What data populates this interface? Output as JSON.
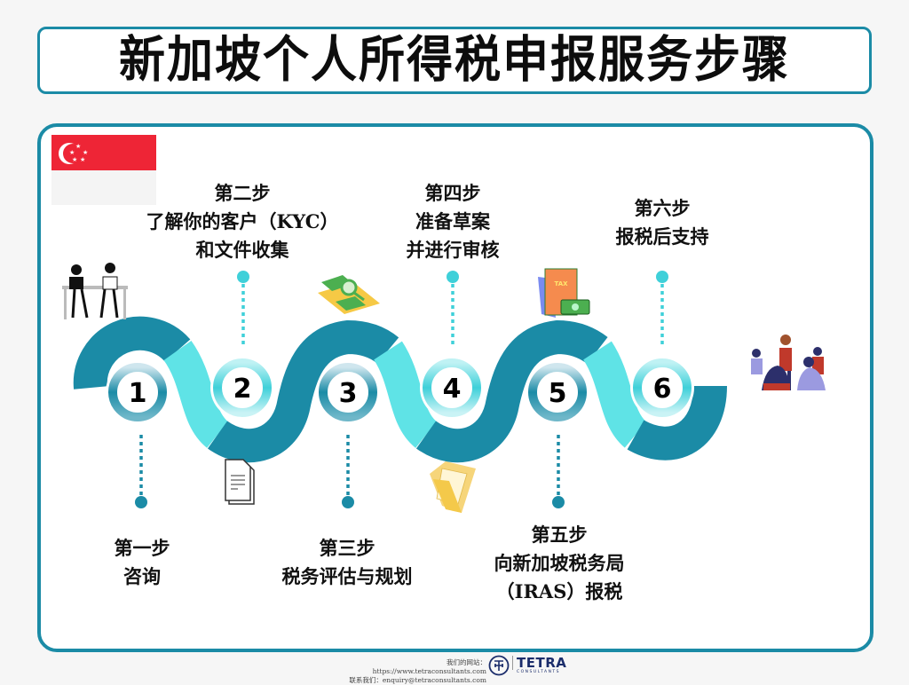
{
  "title": "新加坡个人所得税申报服务步骤",
  "colors": {
    "border_teal": "#1b8ba6",
    "wave_dark": "#1b8ba6",
    "wave_light": "#5fe3e6",
    "dot_dark": "#1b8ba6",
    "dot_light": "#3fd0d9",
    "flag_red": "#ee2536",
    "flag_white": "#f4f4f4"
  },
  "flag": {
    "icon": "singapore-flag-icon"
  },
  "steps": [
    {
      "number": "1",
      "heading": "第一步",
      "lines": [
        "咨询"
      ],
      "position": "below",
      "icon": "two-women-meeting-icon"
    },
    {
      "number": "2",
      "heading": "第二步",
      "lines": [
        "了解你的客户（KYC）",
        "和文件收集"
      ],
      "position": "above",
      "icon": "document-icon"
    },
    {
      "number": "3",
      "heading": "第三步",
      "lines": [
        "税务评估与规划"
      ],
      "position": "below",
      "icon": "tax-money-magnifier-icon"
    },
    {
      "number": "4",
      "heading": "第四步",
      "lines": [
        "准备草案",
        "并进行审核"
      ],
      "position": "above",
      "icon": "folder-documents-icon"
    },
    {
      "number": "5",
      "heading": "第五步",
      "lines": [
        "向新加坡税务局",
        "（IRAS）报税"
      ],
      "position": "below",
      "icon": "tax-book-money-icon"
    },
    {
      "number": "6",
      "heading": "第六步",
      "lines": [
        "报税后支持"
      ],
      "position": "above",
      "icon": "group-discussion-icon"
    }
  ],
  "footer": {
    "website_line": "我们的网站：https://www.tetraconsultants.com",
    "contact_line": "联系我们：enquiry@tetraconsultants.com",
    "brand": "TETRA",
    "brand_sub": "CONSULTANTS"
  }
}
